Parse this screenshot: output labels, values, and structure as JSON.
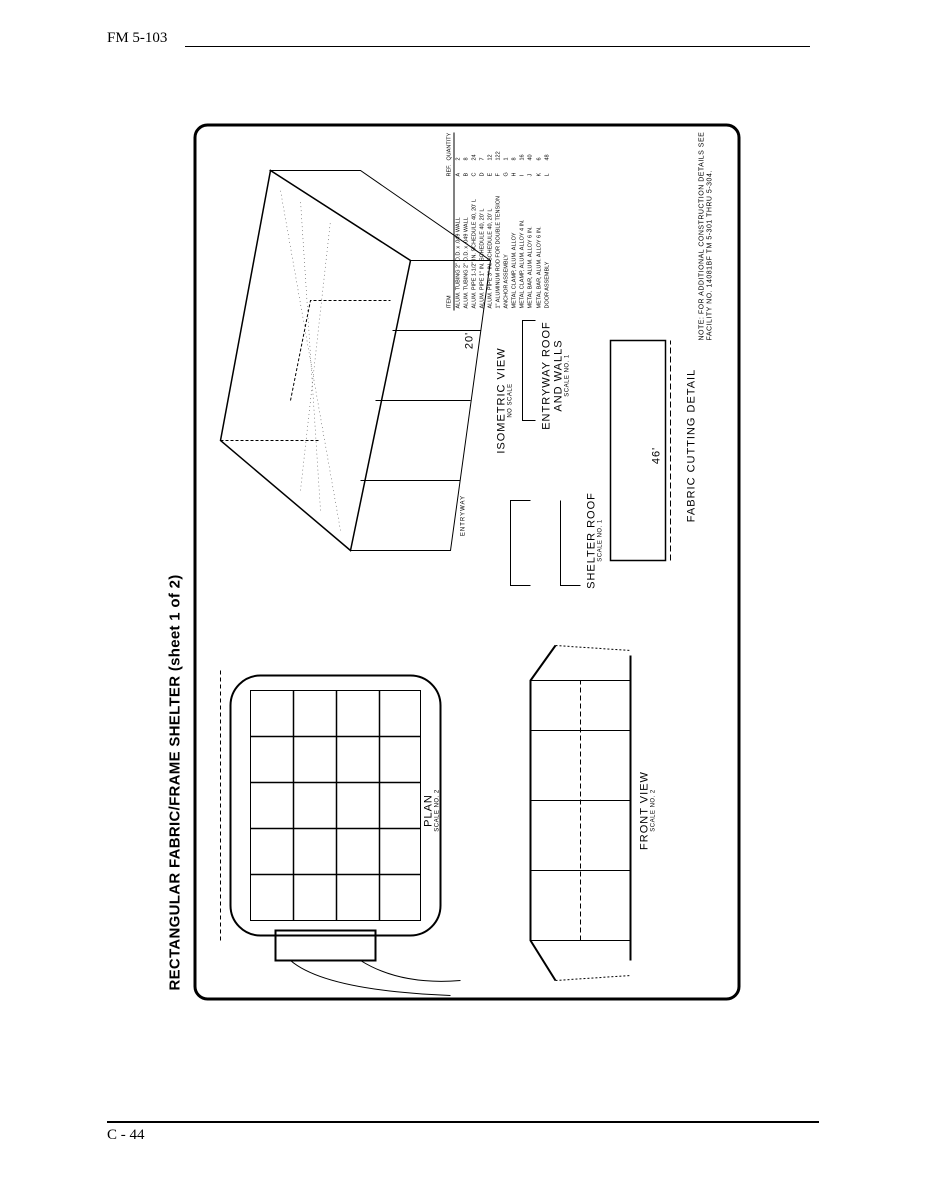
{
  "header": {
    "doc_id": "FM 5-103"
  },
  "footer": {
    "page": "C - 44"
  },
  "figure": {
    "title": "RECTANGULAR FABRIC/FRAME SHELTER (sheet 1 of 2)",
    "views": {
      "plan": {
        "label": "PLAN",
        "scale": "SCALE NO. 2"
      },
      "front": {
        "label": "FRONT VIEW",
        "scale": "SCALE NO. 2"
      },
      "isometric": {
        "label": "ISOMETRIC VIEW",
        "scale": "NO SCALE"
      },
      "shelter_roof": {
        "label": "SHELTER ROOF",
        "scale": "SCALE NO. 1"
      },
      "entryway": {
        "label": "ENTRYWAY ROOF AND WALLS",
        "scale": "SCALE NO. 1"
      },
      "fabric": {
        "label": "FABRIC CUTTING DETAIL",
        "dimension": "46'"
      }
    },
    "callouts": {
      "entryway": "ENTRYWAY",
      "entry_dim": "20'"
    },
    "table": {
      "headers": [
        "ITEM",
        "REF.",
        "QUANTITY"
      ],
      "rows": [
        [
          "ALUM. TUBING 2\" O.D. x .049 WALL",
          "A",
          "2"
        ],
        [
          "ALUM. TUBING 2\" O.D. x .049 WALL",
          "B",
          "8"
        ],
        [
          "ALUM. PIPE 1-1/2\" IN. SCHEDULE 40, 20' L",
          "C",
          "24"
        ],
        [
          "ALUM. PIPE 1\" IN. SCHEDULE 40, 20' L",
          "D",
          "7"
        ],
        [
          "ALUM. PIPE 3\" IN. SCHEDULE 40, 20' L",
          "E",
          "12"
        ],
        [
          "1\" ALUMINUM ROD FOR DOUBLE TENSION",
          "F",
          "122"
        ],
        [
          "ANCHOR ASSEMBLY",
          "G",
          "1"
        ],
        [
          "METAL CLAMP, ALUM. ALLOY",
          "H",
          "8"
        ],
        [
          "METAL CLAMP, ALUM. ALLOY 4 IN.",
          "I",
          "16"
        ],
        [
          "METAL BAR, ALUM. ALLOY 6 IN.",
          "J",
          "40"
        ],
        [
          "METAL BAR, ALUM. ALLOY 6 IN.",
          "K",
          "6"
        ],
        [
          "DOOR ASSEMBLY",
          "L",
          "48"
        ]
      ]
    },
    "note": "NOTE: FOR ADDITIONAL CONSTRUCTION DETAILS SEE FACILITY NO. 14081BF TM 5-301 THRU 5-304."
  }
}
